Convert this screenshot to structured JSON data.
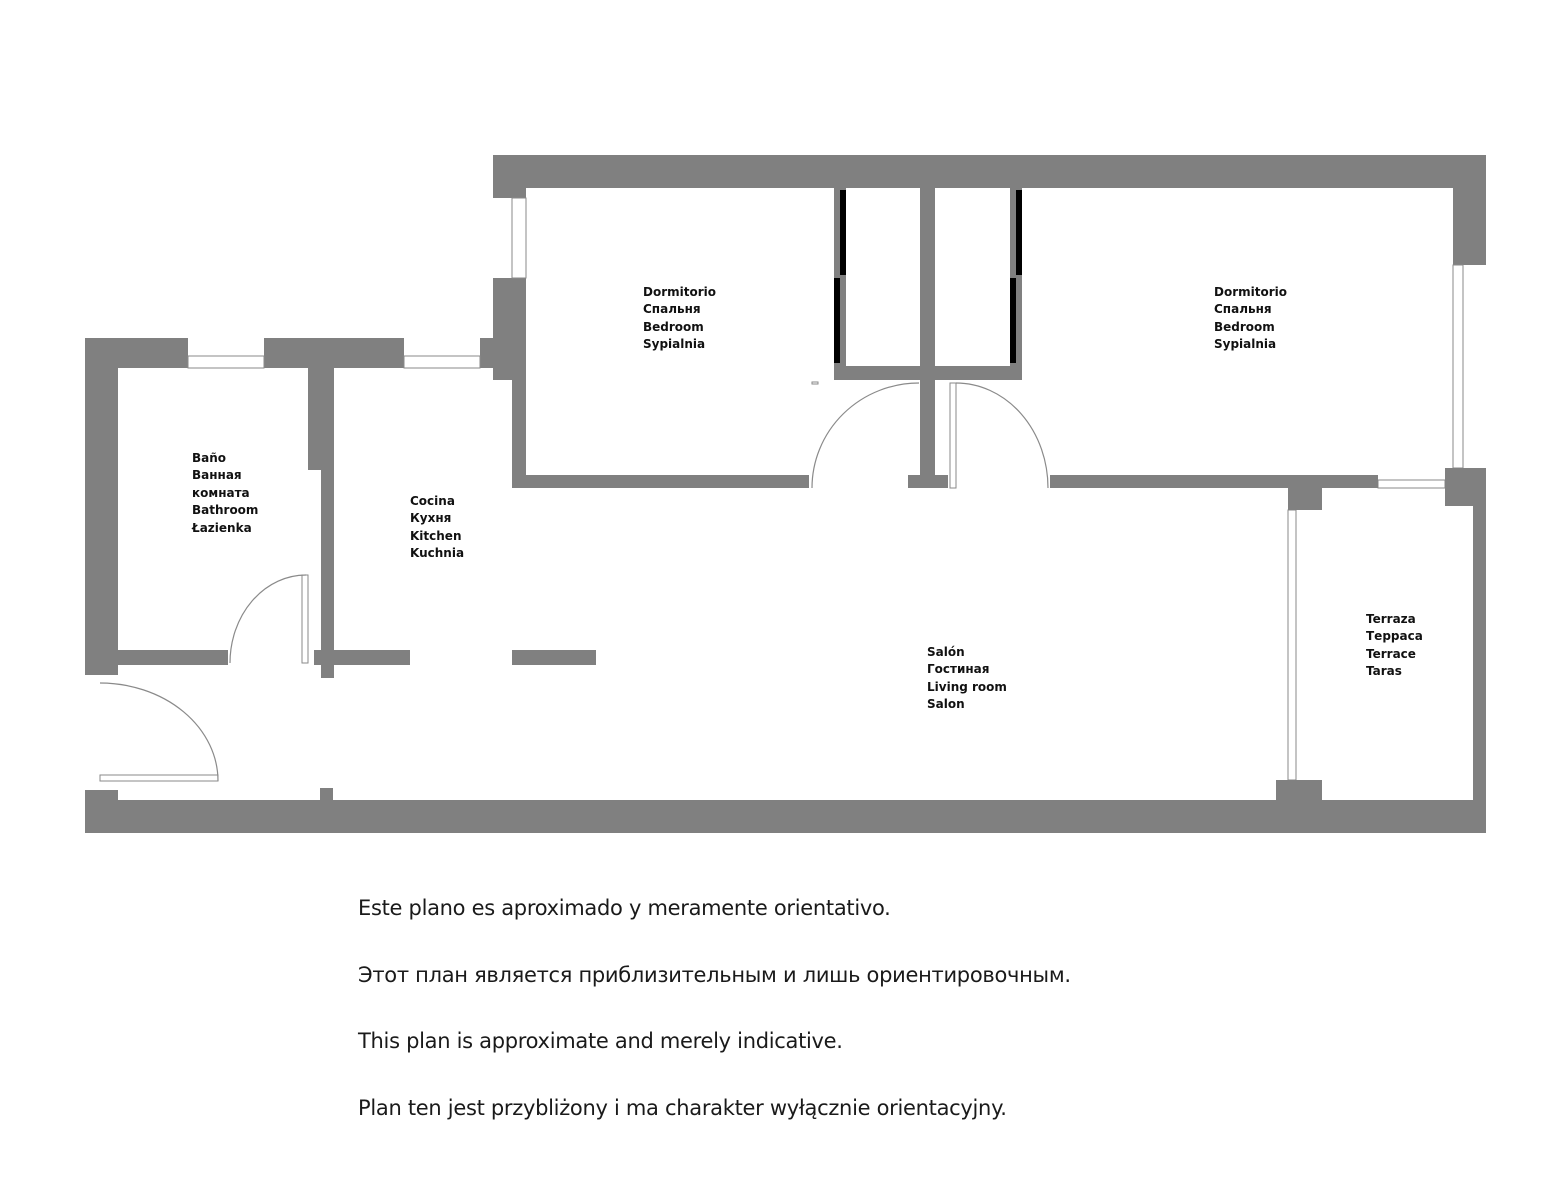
{
  "rooms": {
    "bedroom_left": [
      "Dormitorio",
      "Спальня",
      "Bedroom",
      "Sypialnia"
    ],
    "bedroom_right": [
      "Dormitorio",
      "Спальня",
      "Bedroom",
      "Sypialnia"
    ],
    "bathroom": [
      "Baño",
      "Ванная",
      "комната",
      "Bathroom",
      "Łazienka"
    ],
    "kitchen": [
      "Cocina",
      "Кухня",
      "Kitchen",
      "Kuchnia"
    ],
    "living_room": [
      "Salón",
      "Гостиная",
      "Living room",
      "Salon"
    ],
    "terrace": [
      "Terraza",
      "Терраса",
      "Terrace",
      "Taras"
    ]
  },
  "disclaimers": [
    "Este plano es aproximado y meramente orientativo.",
    "Этот план является приблизительным и лишь ориентировочным.",
    "This plan is approximate and merely indicative.",
    "Plan ten jest przybliżony i ma charakter wyłącznie orientacyjny."
  ],
  "colors": {
    "wall": "#808080",
    "background": "#ffffff",
    "text": "#111111"
  }
}
